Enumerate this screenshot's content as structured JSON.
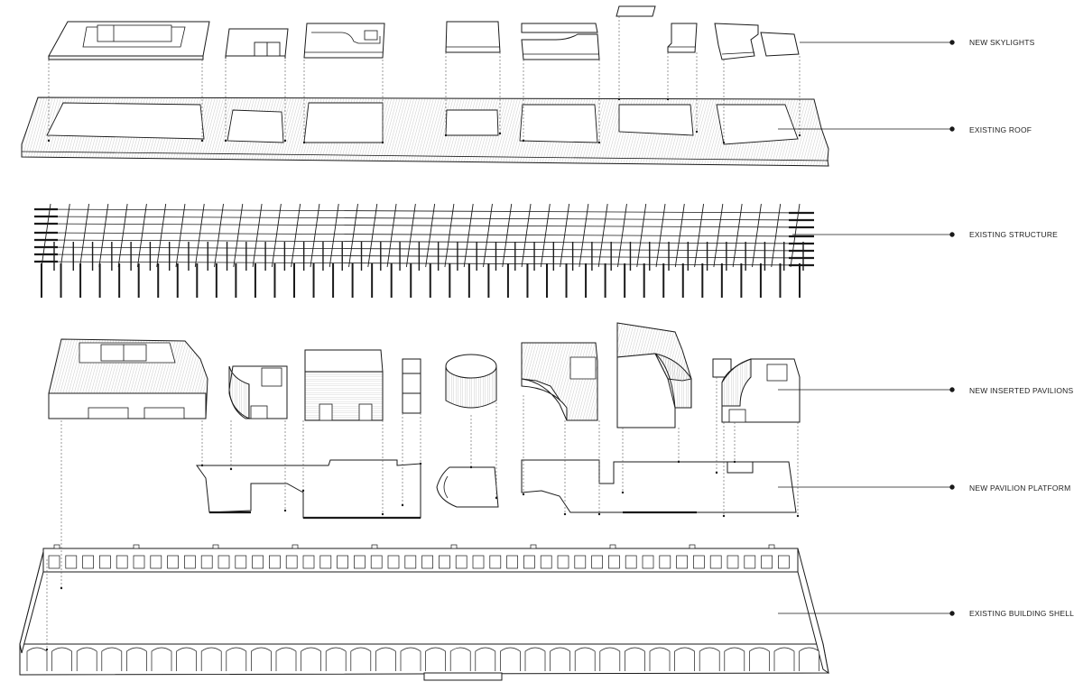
{
  "layers": [
    {
      "id": "new-skylights",
      "label": "NEW SKYLIGHTS"
    },
    {
      "id": "existing-roof",
      "label": "EXISTING ROOF"
    },
    {
      "id": "existing-structure",
      "label": "EXISTING STRUCTURE"
    },
    {
      "id": "new-inserted-pavilions",
      "label": "NEW INSERTED PAVILIONS"
    },
    {
      "id": "new-pavilion-platform",
      "label": "NEW PAVILION PLATFORM"
    },
    {
      "id": "existing-building-shell",
      "label": "EXISTING BUILDING SHELL"
    }
  ],
  "colors": {
    "line": "#1a1a1a",
    "hatch": "#9a9a9a",
    "fill": "#ffffff"
  }
}
